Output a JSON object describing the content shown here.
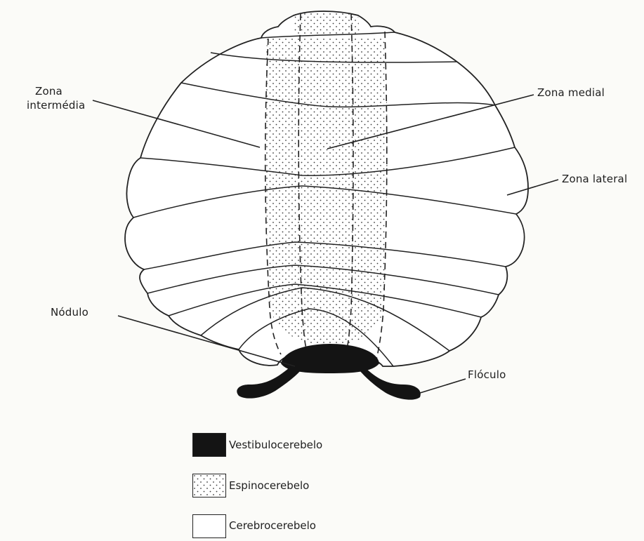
{
  "labels": {
    "zona_intermedia_line1": "Zona",
    "zona_intermedia_line2": "intermédia",
    "zona_medial": "Zona medial",
    "zona_lateral": "Zona lateral",
    "nodulo": "Nódulo",
    "floculo": "Flóculo"
  },
  "legend": [
    {
      "label": "Vestibulocerebelo",
      "fill": "black"
    },
    {
      "label": "Espinocerebelo",
      "fill": "dotted"
    },
    {
      "label": "Cerebrocerebelo",
      "fill": "white"
    }
  ],
  "colors": {
    "outline": "#222222",
    "vestibulo": "#141414",
    "dots": "#3a3a3a",
    "background": "#fbfbf8"
  }
}
